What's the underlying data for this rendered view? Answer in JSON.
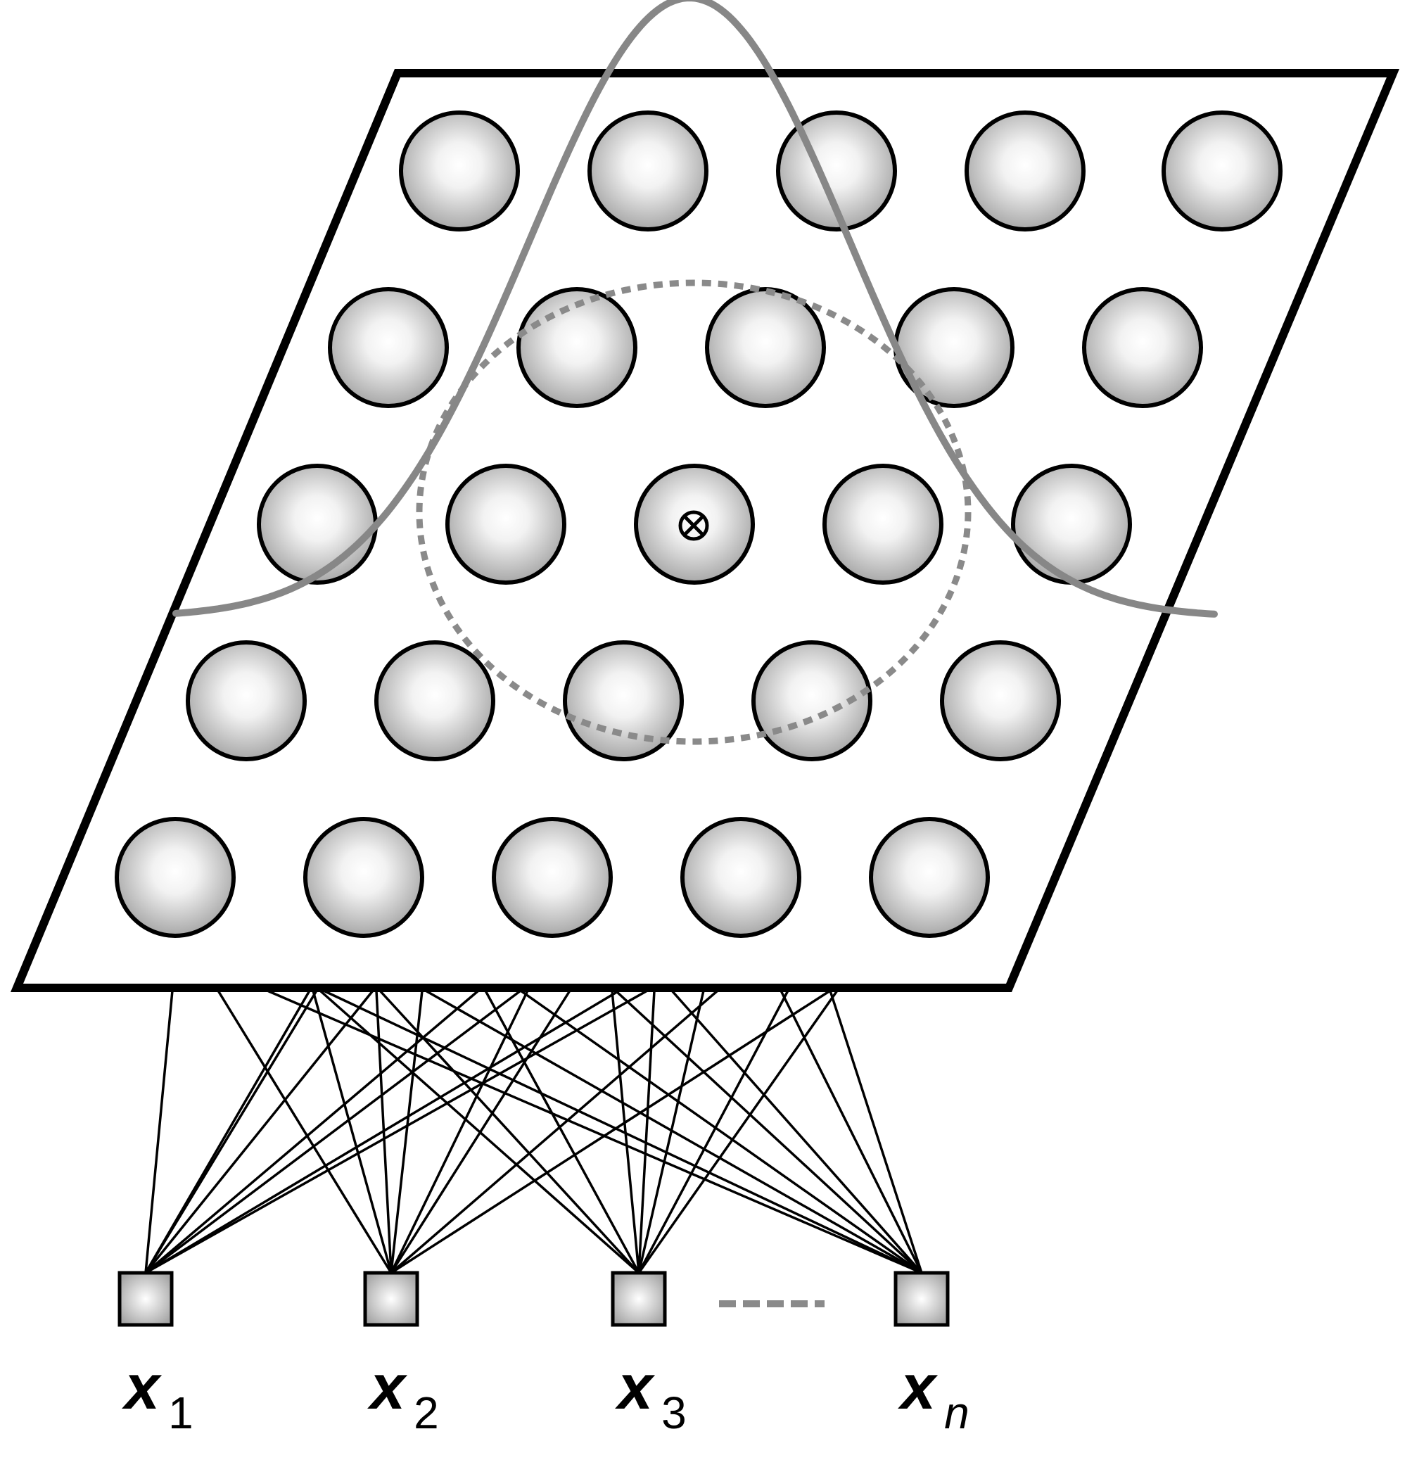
{
  "lattice": {
    "rows": 5,
    "cols": 5,
    "winner_row": 2,
    "winner_col": 2
  },
  "inputs": [
    {
      "base": "x",
      "subscript": "1"
    },
    {
      "base": "x",
      "subscript": "2"
    },
    {
      "base": "x",
      "subscript": "3"
    },
    {
      "base": "x",
      "subscript": "n"
    }
  ],
  "colors": {
    "outline": "#000000",
    "neighborhood": "#8a8a8a",
    "gaussian": "#878787",
    "neuron_center": "#ffffff",
    "neuron_edge": "#a8a8a8"
  },
  "icons": {
    "winner": "circled-times-icon"
  }
}
